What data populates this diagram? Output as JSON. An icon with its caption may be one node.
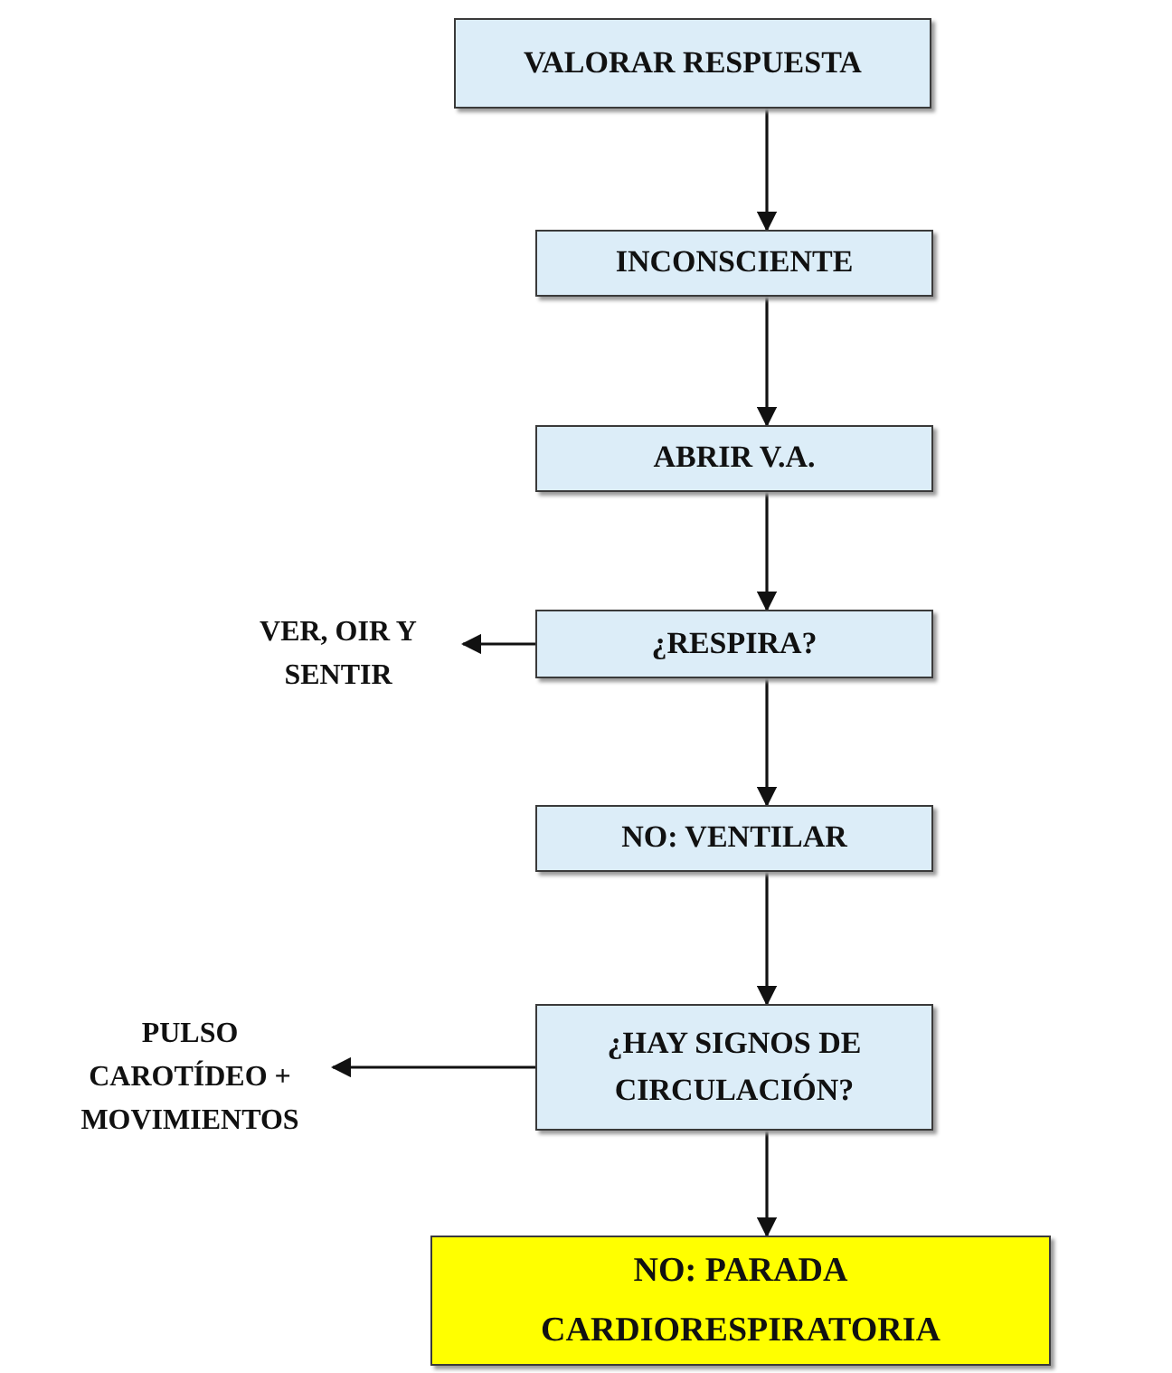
{
  "diagram": {
    "nodes": [
      {
        "text": [
          "VALORAR RESPUESTA"
        ]
      },
      {
        "text": [
          "INCONSCIENTE"
        ]
      },
      {
        "text": [
          "ABRIR V.A."
        ]
      },
      {
        "text": [
          "¿RESPIRA?"
        ]
      },
      {
        "text": [
          "NO: VENTILAR"
        ]
      },
      {
        "text": [
          "¿HAY SIGNOS DE CIRCULACIÓN?"
        ]
      },
      {
        "text": [
          "NO: PARADA CARDIORESPIRATORIA"
        ]
      },
      {
        "text": [
          "VER, OIR Y SENTIR"
        ]
      },
      {
        "text": [
          "PULSO CAROTÍDEO + MOVIMIENTOS"
        ]
      }
    ],
    "edges": [
      {
        "from": 0,
        "to": 1,
        "arrow": "to"
      },
      {
        "from": 1,
        "to": 2,
        "arrow": "to"
      },
      {
        "from": 2,
        "to": 3,
        "arrow": "to"
      },
      {
        "from": 3,
        "to": 4,
        "arrow": "to"
      },
      {
        "from": 4,
        "to": 5,
        "arrow": "to"
      },
      {
        "from": 5,
        "to": 6,
        "arrow": "to"
      },
      {
        "from": 3,
        "to": 7,
        "arrow": "to"
      },
      {
        "from": 5,
        "to": 8,
        "arrow": "to"
      }
    ]
  }
}
